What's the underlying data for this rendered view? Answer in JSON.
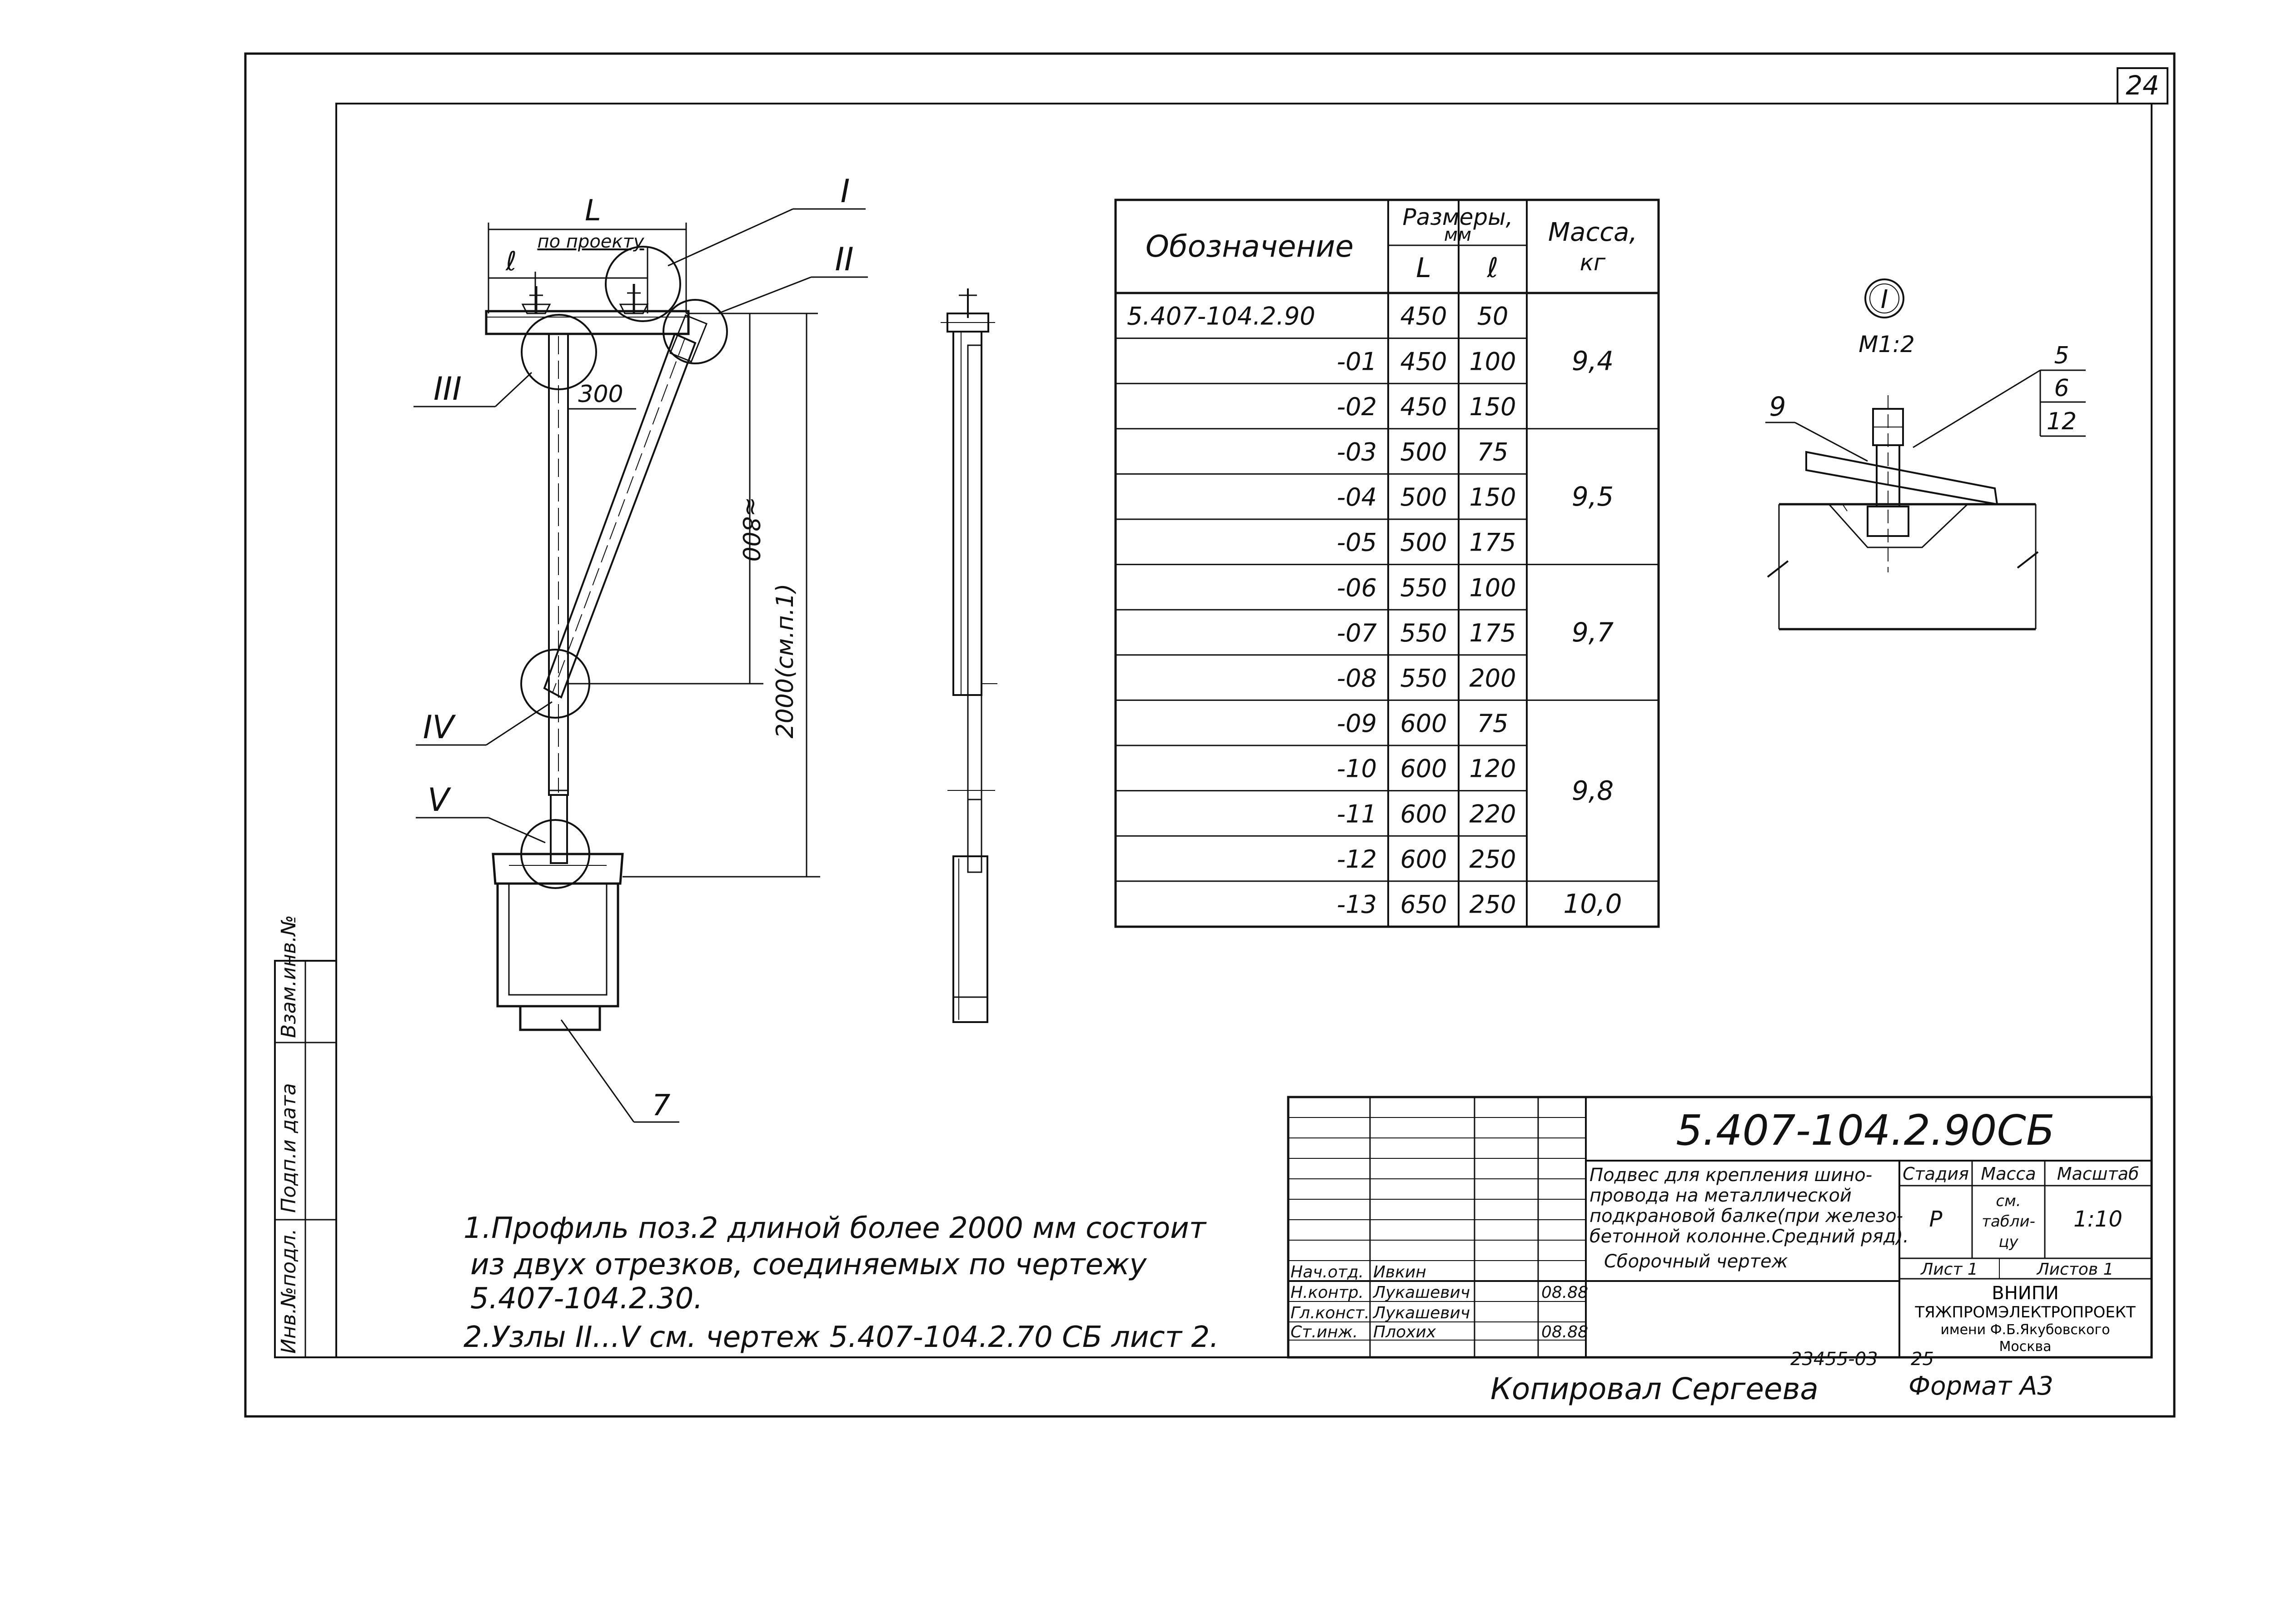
{
  "sheet": {
    "number": "24"
  },
  "elevation": {
    "dim_L": "L",
    "dim_l": "ℓ",
    "dim_by_project": "по проекту",
    "dim_300": "300",
    "dim_800": "≈800",
    "dim_2000": "2000(см.п.1)",
    "callout_I": "I",
    "callout_II": "II",
    "callout_III": "III",
    "callout_IV": "IV",
    "callout_V": "V",
    "callout_7": "7"
  },
  "table": {
    "headers": {
      "designation": "Обозначение",
      "sizes": "Размеры,",
      "sizes_unit": "мм",
      "L": "L",
      "l": "ℓ",
      "mass": "Масса,",
      "mass_unit": "кг"
    },
    "rows": [
      {
        "designation": "5.407-104.2.90",
        "L": "450",
        "l": "50"
      },
      {
        "designation": "-01",
        "L": "450",
        "l": "100"
      },
      {
        "designation": "-02",
        "L": "450",
        "l": "150"
      },
      {
        "designation": "-03",
        "L": "500",
        "l": "75"
      },
      {
        "designation": "-04",
        "L": "500",
        "l": "150"
      },
      {
        "designation": "-05",
        "L": "500",
        "l": "175"
      },
      {
        "designation": "-06",
        "L": "550",
        "l": "100"
      },
      {
        "designation": "-07",
        "L": "550",
        "l": "175"
      },
      {
        "designation": "-08",
        "L": "550",
        "l": "200"
      },
      {
        "designation": "-09",
        "L": "600",
        "l": "75"
      },
      {
        "designation": "-10",
        "L": "600",
        "l": "120"
      },
      {
        "designation": "-11",
        "L": "600",
        "l": "220"
      },
      {
        "designation": "-12",
        "L": "600",
        "l": "250"
      },
      {
        "designation": "-13",
        "L": "650",
        "l": "250"
      }
    ],
    "masses": [
      "9,4",
      "9,5",
      "9,7",
      "9,8",
      "10,0"
    ]
  },
  "detail": {
    "node_label": "I",
    "scale": "М1:2",
    "pos_9": "9",
    "pos_5": "5",
    "pos_6": "6",
    "pos_12": "12"
  },
  "notes": {
    "note1_line1": "1.Профиль поз.2 длиной более 2000 мм состоит",
    "note1_line2": "из двух отрезков, соединяемых по чертежу",
    "note1_line3": "5.407-104.2.30.",
    "note2": "2.Узлы II...V см. чертеж 5.407-104.2.70 СБ лист 2."
  },
  "side_stamp": {
    "inv_no": "Инв.№подл.",
    "sign_date": "Подп.и дата",
    "replace_inv": "Взам.инв.№"
  },
  "title_block": {
    "code": "5.407-104.2.90СБ",
    "description_lines": [
      "Подвес для крепления шино-",
      "провода на металлической",
      "подкрановой балке(при железо-",
      "бетонной колонне.Средний ряд).",
      "Сборочный чертеж"
    ],
    "stage_label": "Стадия",
    "mass_label": "Масса",
    "scale_label": "Масштаб",
    "stage": "Р",
    "mass_value_lines": [
      "см.",
      "табли-",
      "цу"
    ],
    "scale_value": "1:10",
    "sheet_label": "Лист 1",
    "sheets_label": "Листов 1",
    "org_line1": "ВНИПИ",
    "org_line2": "ТЯЖПРОМЭЛЕКТРОПРОЕКТ",
    "org_line3": "имени Ф.Б.Якубовского",
    "org_line4": "Москва",
    "signatures": [
      {
        "role": "Нач.отд.",
        "name": "Ивкин",
        "date": ""
      },
      {
        "role": "Н.контр.",
        "name": "Лукашевич",
        "date": "08.88"
      },
      {
        "role": "Гл.конст.",
        "name": "Лукашевич",
        "date": ""
      },
      {
        "role": "Ст.инж.",
        "name": "Плохих",
        "date": "08.88"
      }
    ]
  },
  "footer": {
    "copied": "Копировал Сергеева",
    "order_no": "23455-03",
    "page_no": "25",
    "format": "Формат А3"
  }
}
